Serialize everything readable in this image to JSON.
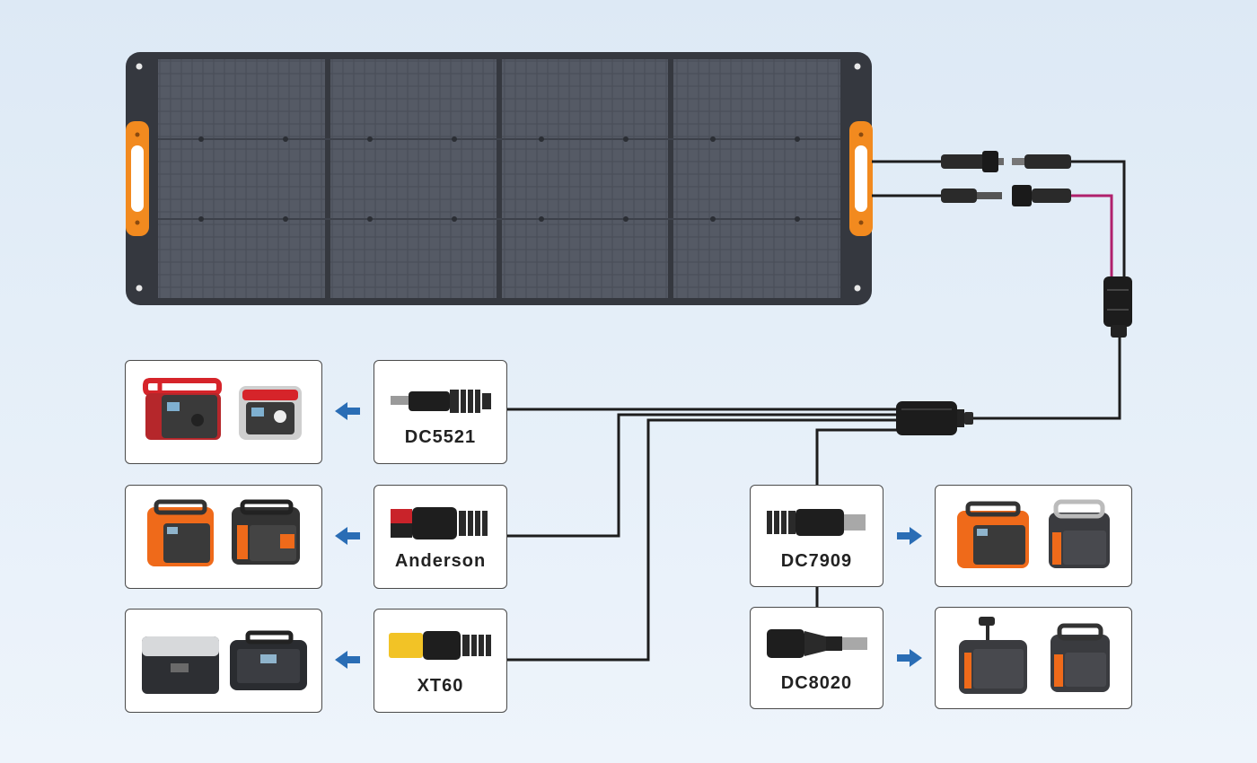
{
  "connectors": {
    "dc5521": {
      "label": "DC5521"
    },
    "anderson": {
      "label": "Anderson"
    },
    "xt60": {
      "label": "XT60"
    },
    "dc7909": {
      "label": "DC7909"
    },
    "dc8020": {
      "label": "DC8020"
    }
  },
  "colors": {
    "background": "#e4eef8",
    "panel": "#3a3d44",
    "panel_handle": "#f28a1f",
    "cable": "#1d1d1d",
    "cable_positive": "#b0206c",
    "arrow": "#2a6db5",
    "box_border": "#4a4a4a"
  },
  "icons": [
    "solar-panel-icon",
    "mc4-connector-icon",
    "y-splitter-icon",
    "multi-output-hub-icon",
    "dc-plug-icon",
    "anderson-plug-icon",
    "xt60-plug-icon",
    "power-station-icon",
    "arrow-left-icon",
    "arrow-right-icon"
  ]
}
